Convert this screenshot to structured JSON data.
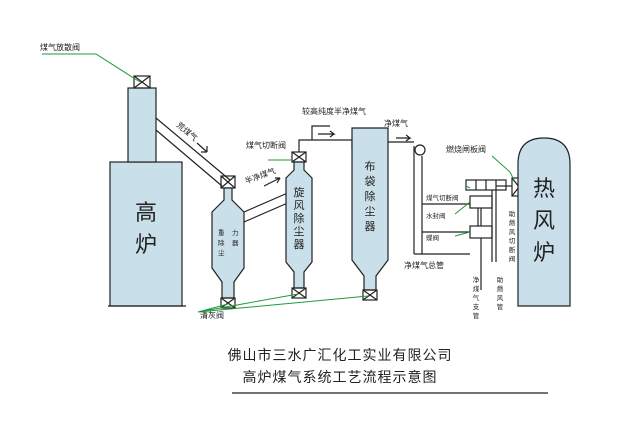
{
  "labels": {
    "bleed_valve": "煤气放散阀",
    "blast_furnace": "高炉",
    "hot_stove": "热风炉",
    "dust_catcher": "重力除尘器",
    "cyclone": "旋风除尘器",
    "bag_filter": "布袋除尘器",
    "crude_gas": "荒煤气",
    "gas_cutoff_valve": "煤气切断阀",
    "semi_clean_gas_1": "半净煤气",
    "semi_clean_gas_2": "较高纯度半净煤气",
    "clean_gas": "净煤气",
    "burner_valve": "燃烧闸板阀",
    "gas_cutoff_valve_2": "煤气切断阀",
    "water_seal_valve": "水封阀",
    "butterfly_valve": "蝶阀",
    "clean_gas_main": "净煤气总管",
    "clean_gas_branch": "净煤气支管",
    "air_cutoff_valve": "助燃风切断阀",
    "air_pipe": "助燃风管",
    "ash_valve": "清灰阀"
  },
  "footer": {
    "company": "佛山市三水广汇化工实业有限公司",
    "title": "高炉煤气系统工艺流程示意图"
  }
}
